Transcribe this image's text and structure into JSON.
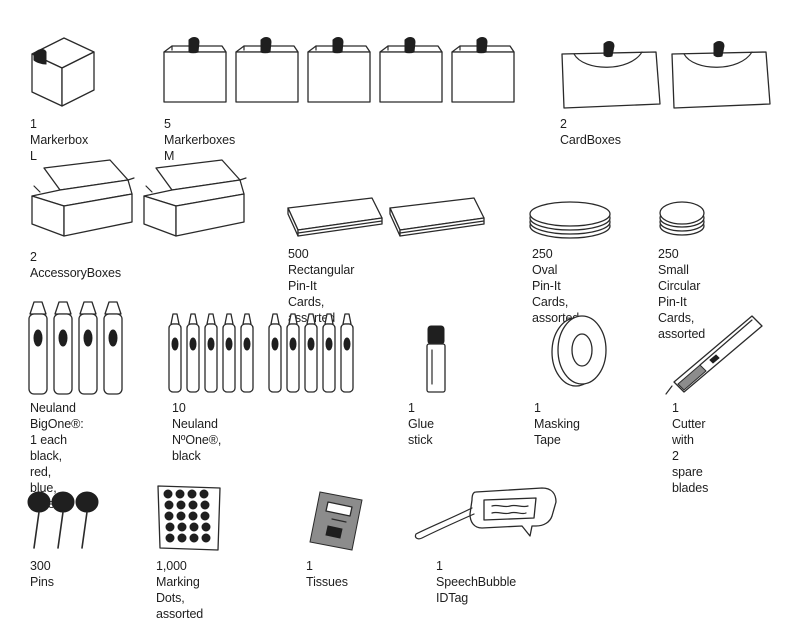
{
  "items": {
    "markerbox_l": {
      "label": "1 Markerbox L"
    },
    "markerboxes_m": {
      "label": "5 Markerboxes M"
    },
    "cardboxes": {
      "label": "2 CardBoxes"
    },
    "accessoryboxes": {
      "label": "2 AccessoryBoxes"
    },
    "rect_cards": {
      "label": "500 Rectangular Pin-It Cards,\nassorted"
    },
    "oval_cards": {
      "label": "250 Oval Pin-It\nCards, assorted"
    },
    "circ_cards": {
      "label": "250 Small Circular\nPin-It Cards, assorted"
    },
    "bigone": {
      "label": "Neuland BigOne®:\n1 each black, red,\nblue, green"
    },
    "nqone": {
      "label": "10 Neuland NºOne®, black"
    },
    "glue": {
      "label": "1 Glue stick"
    },
    "tape": {
      "label": "1 Masking Tape"
    },
    "cutter": {
      "label": "1 Cutter with\n2 spare blades"
    },
    "pins": {
      "label": "300 Pins"
    },
    "dots": {
      "label": "1,000 Marking\nDots, assorted"
    },
    "tissues": {
      "label": "1 Tissues"
    },
    "idtag": {
      "label": "1 SpeechBubble IDTag"
    }
  },
  "icons": [
    "box-icon",
    "card-stack-icon",
    "marker-icon",
    "glue-stick-icon",
    "tape-roll-icon",
    "cutter-icon",
    "pin-icon",
    "marking-dots-icon",
    "tissues-icon",
    "id-tag-icon"
  ]
}
